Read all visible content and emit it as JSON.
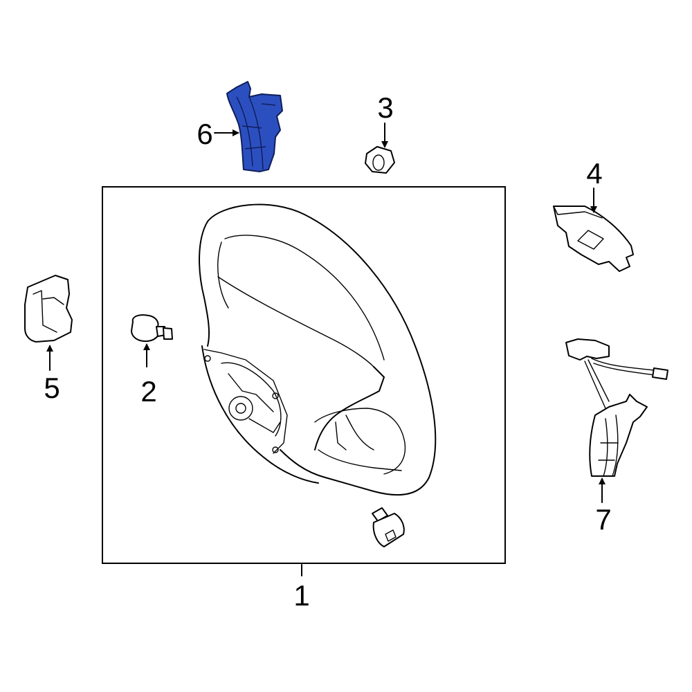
{
  "callouts": {
    "part1": "1",
    "part2": "2",
    "part3": "3",
    "part4": "4",
    "part5": "5",
    "part6": "6",
    "part7": "7"
  },
  "colors": {
    "highlight": "#2c4fc0",
    "line": "#000000",
    "background": "#ffffff"
  },
  "highlighted_part": "6"
}
